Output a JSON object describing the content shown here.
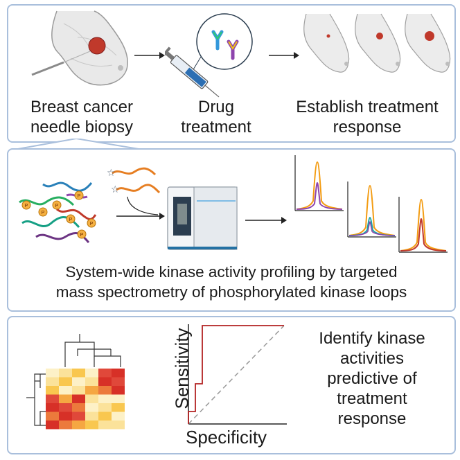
{
  "panels": {
    "biopsy": {
      "step1": "Breast cancer\nneedle biopsy",
      "step2": "Drug\ntreatment",
      "step3": "Establish treatment\nresponse"
    },
    "profiling": {
      "caption_line1": "System-wide kinase activity profiling by targeted",
      "caption_line2": "mass spectrometry of phosphorylated kinase loops",
      "phospho_label": "P"
    },
    "analysis": {
      "y_axis_label": "Sensitivity",
      "x_axis_label": "Specificity",
      "caption": "Identify  kinase\nactivities\npredictive of\ntreatment\nresponse"
    }
  },
  "colors": {
    "panel_border": "#a9bfdc",
    "tumor": "#c0392b",
    "roc_curve": "#b22222",
    "peak_orange": "#f39c12",
    "peak_purple": "#8e44ad",
    "peak_teal": "#1aa3a3",
    "peak_red": "#c0392b"
  }
}
